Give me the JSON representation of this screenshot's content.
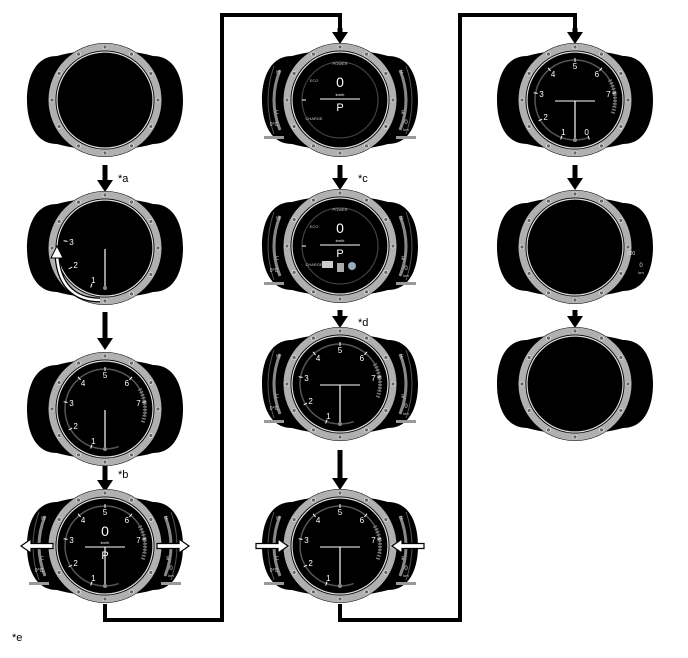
{
  "step_labels": {
    "a": "*a",
    "b": "*b",
    "c": "*c",
    "d": "*d",
    "e": "*e"
  },
  "gauge_text": {
    "speed": "0",
    "unit": "km/h",
    "gear": "P",
    "power": "POWER",
    "eco": "ECO",
    "charge": "CHARGE",
    "temp_h": "H",
    "temp_c": "C",
    "fuel_f": "F",
    "fuel_e": "E",
    "outside_temp": "0°C",
    "trip": "0",
    "trip_unit": "km",
    "odo": "000"
  },
  "tach_numbers": [
    "0",
    "1",
    "2",
    "3",
    "4",
    "5",
    "6",
    "7"
  ],
  "colors": {
    "housing": "#000000",
    "ring": "#b0b0b0",
    "ink": "#000000"
  },
  "gauges": [
    {
      "id": "c1-1",
      "mode": "blank",
      "housing": "plain"
    },
    {
      "id": "c1-2",
      "mode": "tach",
      "housing": "plain",
      "numbers": [
        1,
        2,
        3
      ],
      "sweep_arrow": true
    },
    {
      "id": "c1-3",
      "mode": "tach",
      "housing": "plain",
      "numbers": [
        1,
        2,
        3,
        4,
        5,
        6,
        7
      ]
    },
    {
      "id": "c1-4",
      "mode": "tach-speed",
      "housing": "detail",
      "numbers": [
        1,
        2,
        3,
        4,
        5,
        6,
        7
      ],
      "side_arrows": "out"
    },
    {
      "id": "c2-1",
      "mode": "hybrid",
      "housing": "detail"
    },
    {
      "id": "c2-2",
      "mode": "hybrid-icons",
      "housing": "detail"
    },
    {
      "id": "c2-3",
      "mode": "tach-line",
      "housing": "detail",
      "numbers": [
        1,
        2,
        3,
        4,
        5,
        6,
        7
      ]
    },
    {
      "id": "c2-4",
      "mode": "tach-line",
      "housing": "detail",
      "numbers": [
        1,
        2,
        3,
        4,
        5,
        6,
        7
      ],
      "side_arrows": "in"
    },
    {
      "id": "c3-1",
      "mode": "tach-line",
      "housing": "plain",
      "numbers": [
        0,
        1,
        2,
        3,
        4,
        5,
        6,
        7
      ]
    },
    {
      "id": "c3-2",
      "mode": "blank",
      "housing": "trip"
    },
    {
      "id": "c3-3",
      "mode": "blank",
      "housing": "plain"
    }
  ]
}
